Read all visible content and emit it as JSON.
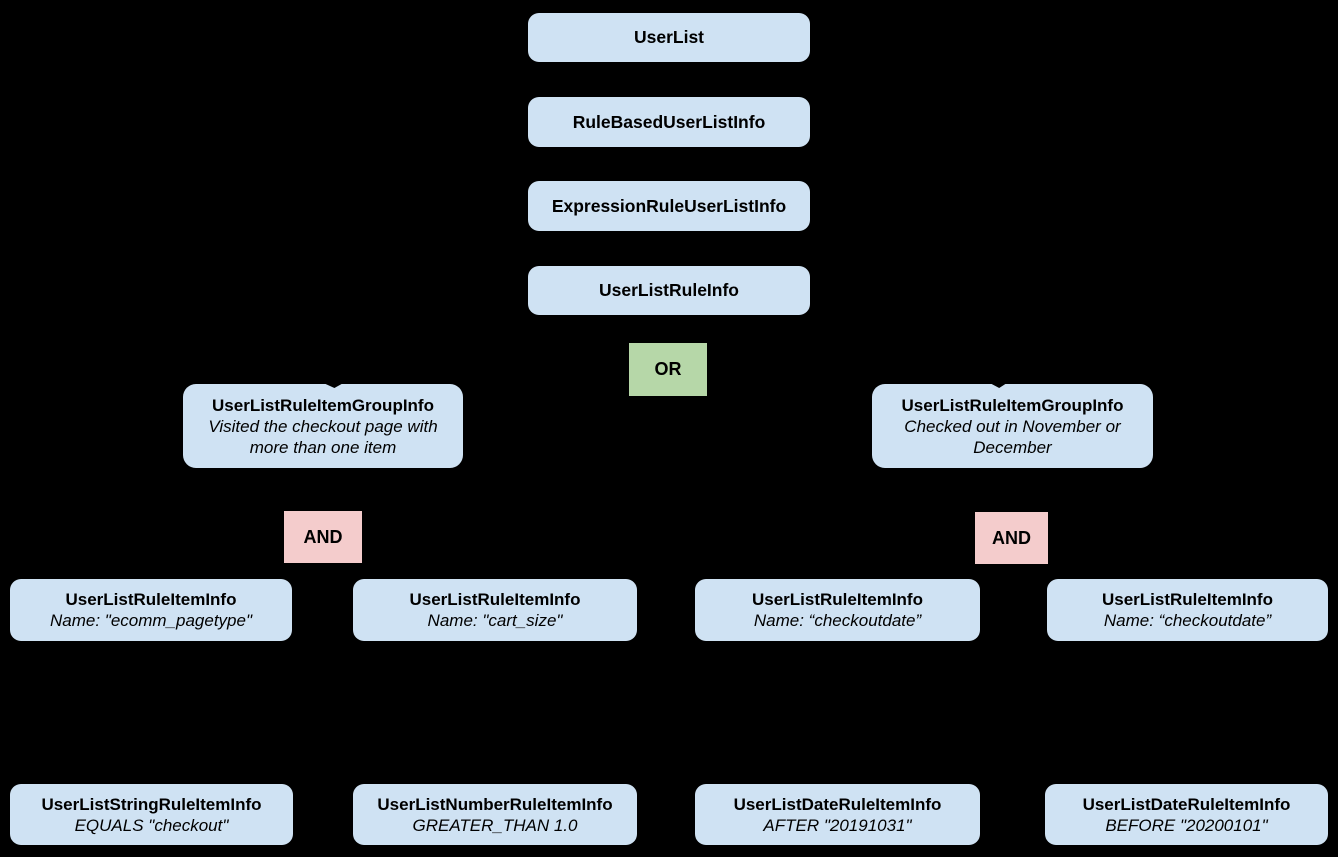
{
  "colors": {
    "background": "#000000",
    "node_fill": "#cfe2f3",
    "or_fill": "#b6d7a8",
    "and_fill": "#f4cccc",
    "text": "#000000"
  },
  "diagram": {
    "chain": [
      {
        "label": "UserList"
      },
      {
        "label": "RuleBasedUserListInfo"
      },
      {
        "label": "ExpressionRuleUserListInfo"
      },
      {
        "label": "UserListRuleInfo"
      }
    ],
    "or_operator": {
      "label": "OR"
    },
    "groups": [
      {
        "title": "UserListRuleItemGroupInfo",
        "subtitle": "Visited the checkout page with more than one item",
        "and_label": "AND"
      },
      {
        "title": "UserListRuleItemGroupInfo",
        "subtitle": "Checked out in November or December",
        "and_label": "AND"
      }
    ],
    "rule_items": [
      {
        "title": "UserListRuleItemInfo",
        "subtitle": "Name: \"ecomm_pagetype\""
      },
      {
        "title": "UserListRuleItemInfo",
        "subtitle": "Name: \"cart_size\""
      },
      {
        "title": "UserListRuleItemInfo",
        "subtitle": "Name: “checkoutdate”"
      },
      {
        "title": "UserListRuleItemInfo",
        "subtitle": "Name: “checkoutdate”"
      }
    ],
    "leaf_items": [
      {
        "title": "UserListStringRuleItemInfo",
        "subtitle": "EQUALS \"checkout\""
      },
      {
        "title": "UserListNumberRuleItemInfo",
        "subtitle": "GREATER_THAN 1.0"
      },
      {
        "title": "UserListDateRuleItemInfo",
        "subtitle": "AFTER \"20191031\""
      },
      {
        "title": "UserListDateRuleItemInfo",
        "subtitle": "BEFORE \"20200101\""
      }
    ]
  }
}
